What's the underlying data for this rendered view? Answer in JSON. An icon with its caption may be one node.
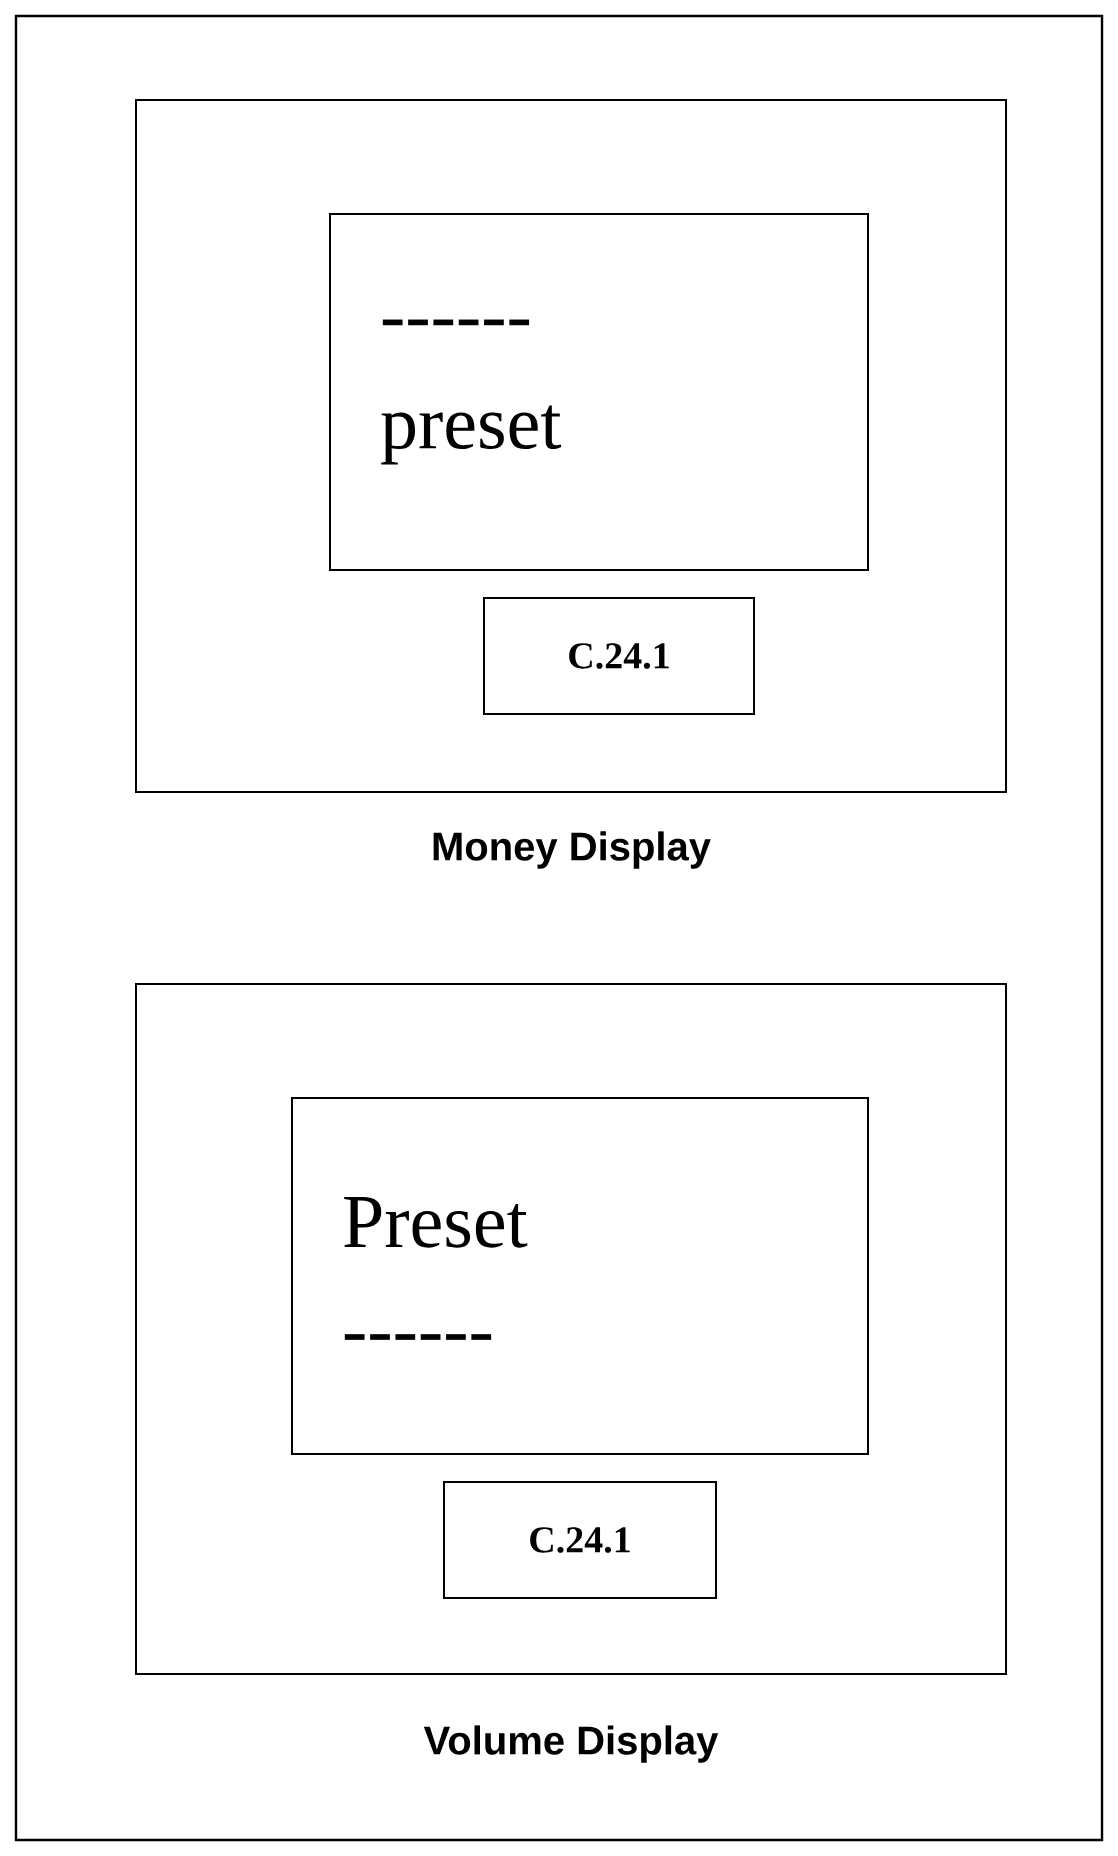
{
  "diagram": {
    "nodes": [
      {
        "text": [],
        "shape": "box",
        "beside": [
          "Money Display"
        ]
      },
      {
        "text": [
          "------",
          "preset"
        ],
        "in": 0
      },
      {
        "text": [
          "C.24.1"
        ],
        "in": 0
      },
      {
        "text": [],
        "shape": "box",
        "beside": [
          "Volume Display"
        ]
      },
      {
        "text": [
          "Preset",
          "------"
        ],
        "in": 3
      },
      {
        "text": [
          "C.24.1"
        ],
        "in": 3
      }
    ]
  }
}
